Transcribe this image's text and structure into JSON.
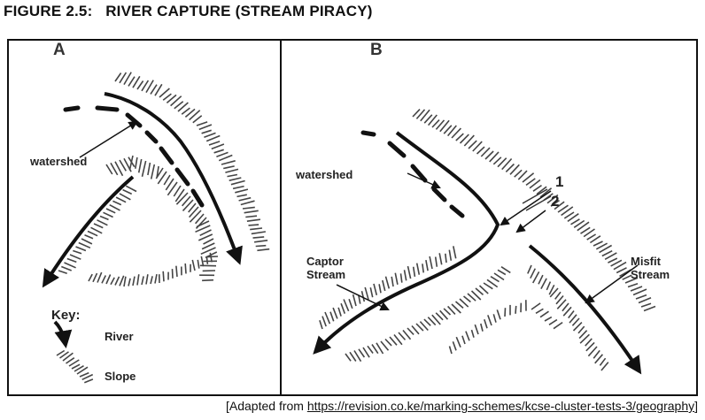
{
  "figure": {
    "title": "FIGURE 2.5:   RIVER CAPTURE (STREAM PIRACY)"
  },
  "panel_a": {
    "label": "A",
    "watershed_label": "watershed"
  },
  "panel_b": {
    "label": "B",
    "watershed_label": "watershed",
    "point_1": "1",
    "point_2": "2",
    "captor_label_line1": "Captor",
    "captor_label_line2": "Stream",
    "misfit_label_line1": "Misfit",
    "misfit_label_line2": "Stream"
  },
  "key": {
    "title": "Key:",
    "river_label": "River",
    "slope_label": "Slope"
  },
  "source": {
    "prefix": "[Adapted from ",
    "url": "https://revision.co.ke/marking-schemes/kcse-cluster-tests-3/geography",
    "suffix": "]"
  }
}
